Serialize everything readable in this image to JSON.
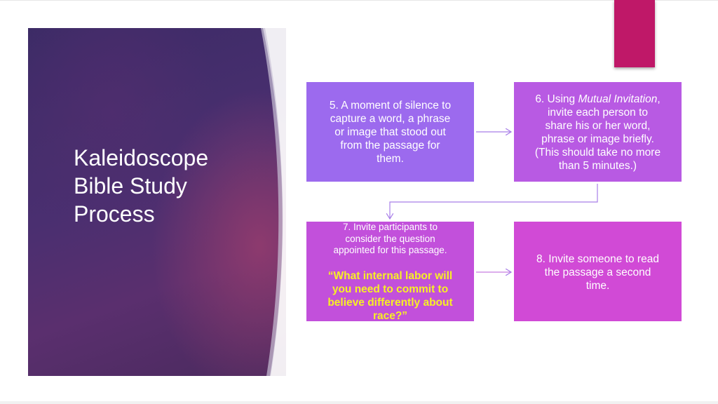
{
  "slide": {
    "title_lines": [
      "Kaleidoscope",
      "Bible Study",
      "Process"
    ],
    "colors": {
      "accent_tab": "#bf1868",
      "box5": "#9c6aee",
      "box6": "#b85ae3",
      "box7": "#c250db",
      "box8": "#d14ad6",
      "quote_text": "#f7f024",
      "connector": "#a87ee8"
    }
  },
  "steps": {
    "step5": {
      "lines": [
        "5. A moment of silence to",
        "capture a word, a phrase",
        "or image that stood out",
        "from the passage for",
        "them."
      ]
    },
    "step6": {
      "line1_prefix": "6. Using ",
      "line1_italic": "Mutual Invitation",
      "line1_suffix": ",",
      "lines": [
        "invite each person to",
        "share his or her word,",
        "phrase or image briefly.",
        "(This should take no more",
        "than 5 minutes.)"
      ]
    },
    "step7": {
      "lines": [
        "7. Invite participants to",
        "consider the question",
        "appointed for this passage."
      ],
      "quote_lines": [
        "“What internal labor will",
        "you need to commit to",
        "believe differently about",
        "race?”"
      ]
    },
    "step8": {
      "lines": [
        "8. Invite someone to read",
        "the passage a second",
        "time."
      ]
    }
  }
}
